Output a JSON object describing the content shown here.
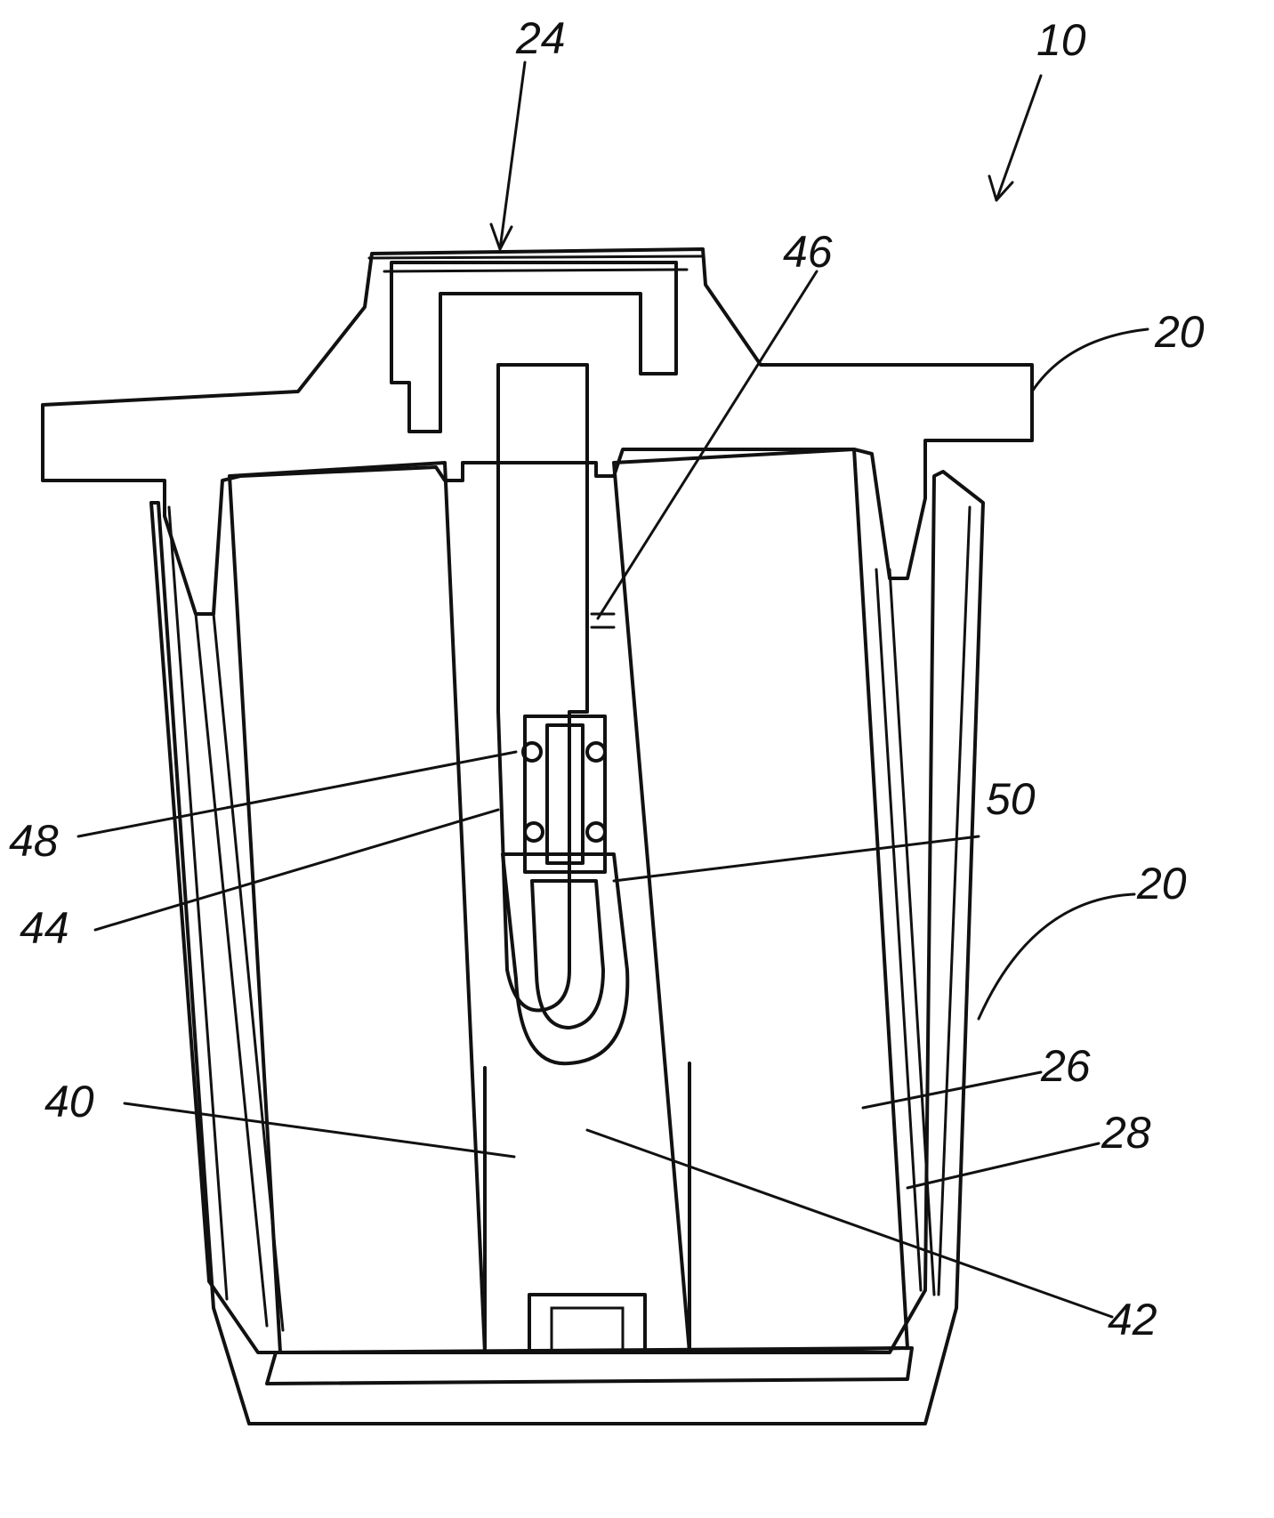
{
  "figure": {
    "labels": {
      "assembly": "10",
      "cap": "24",
      "housing_top": "20",
      "housing_side": "20",
      "seal": "46",
      "core": "26",
      "sleeve": "28",
      "ball_left": "48",
      "ball_right": "50",
      "cage": "44",
      "tube": "40",
      "plunger": "42"
    }
  }
}
